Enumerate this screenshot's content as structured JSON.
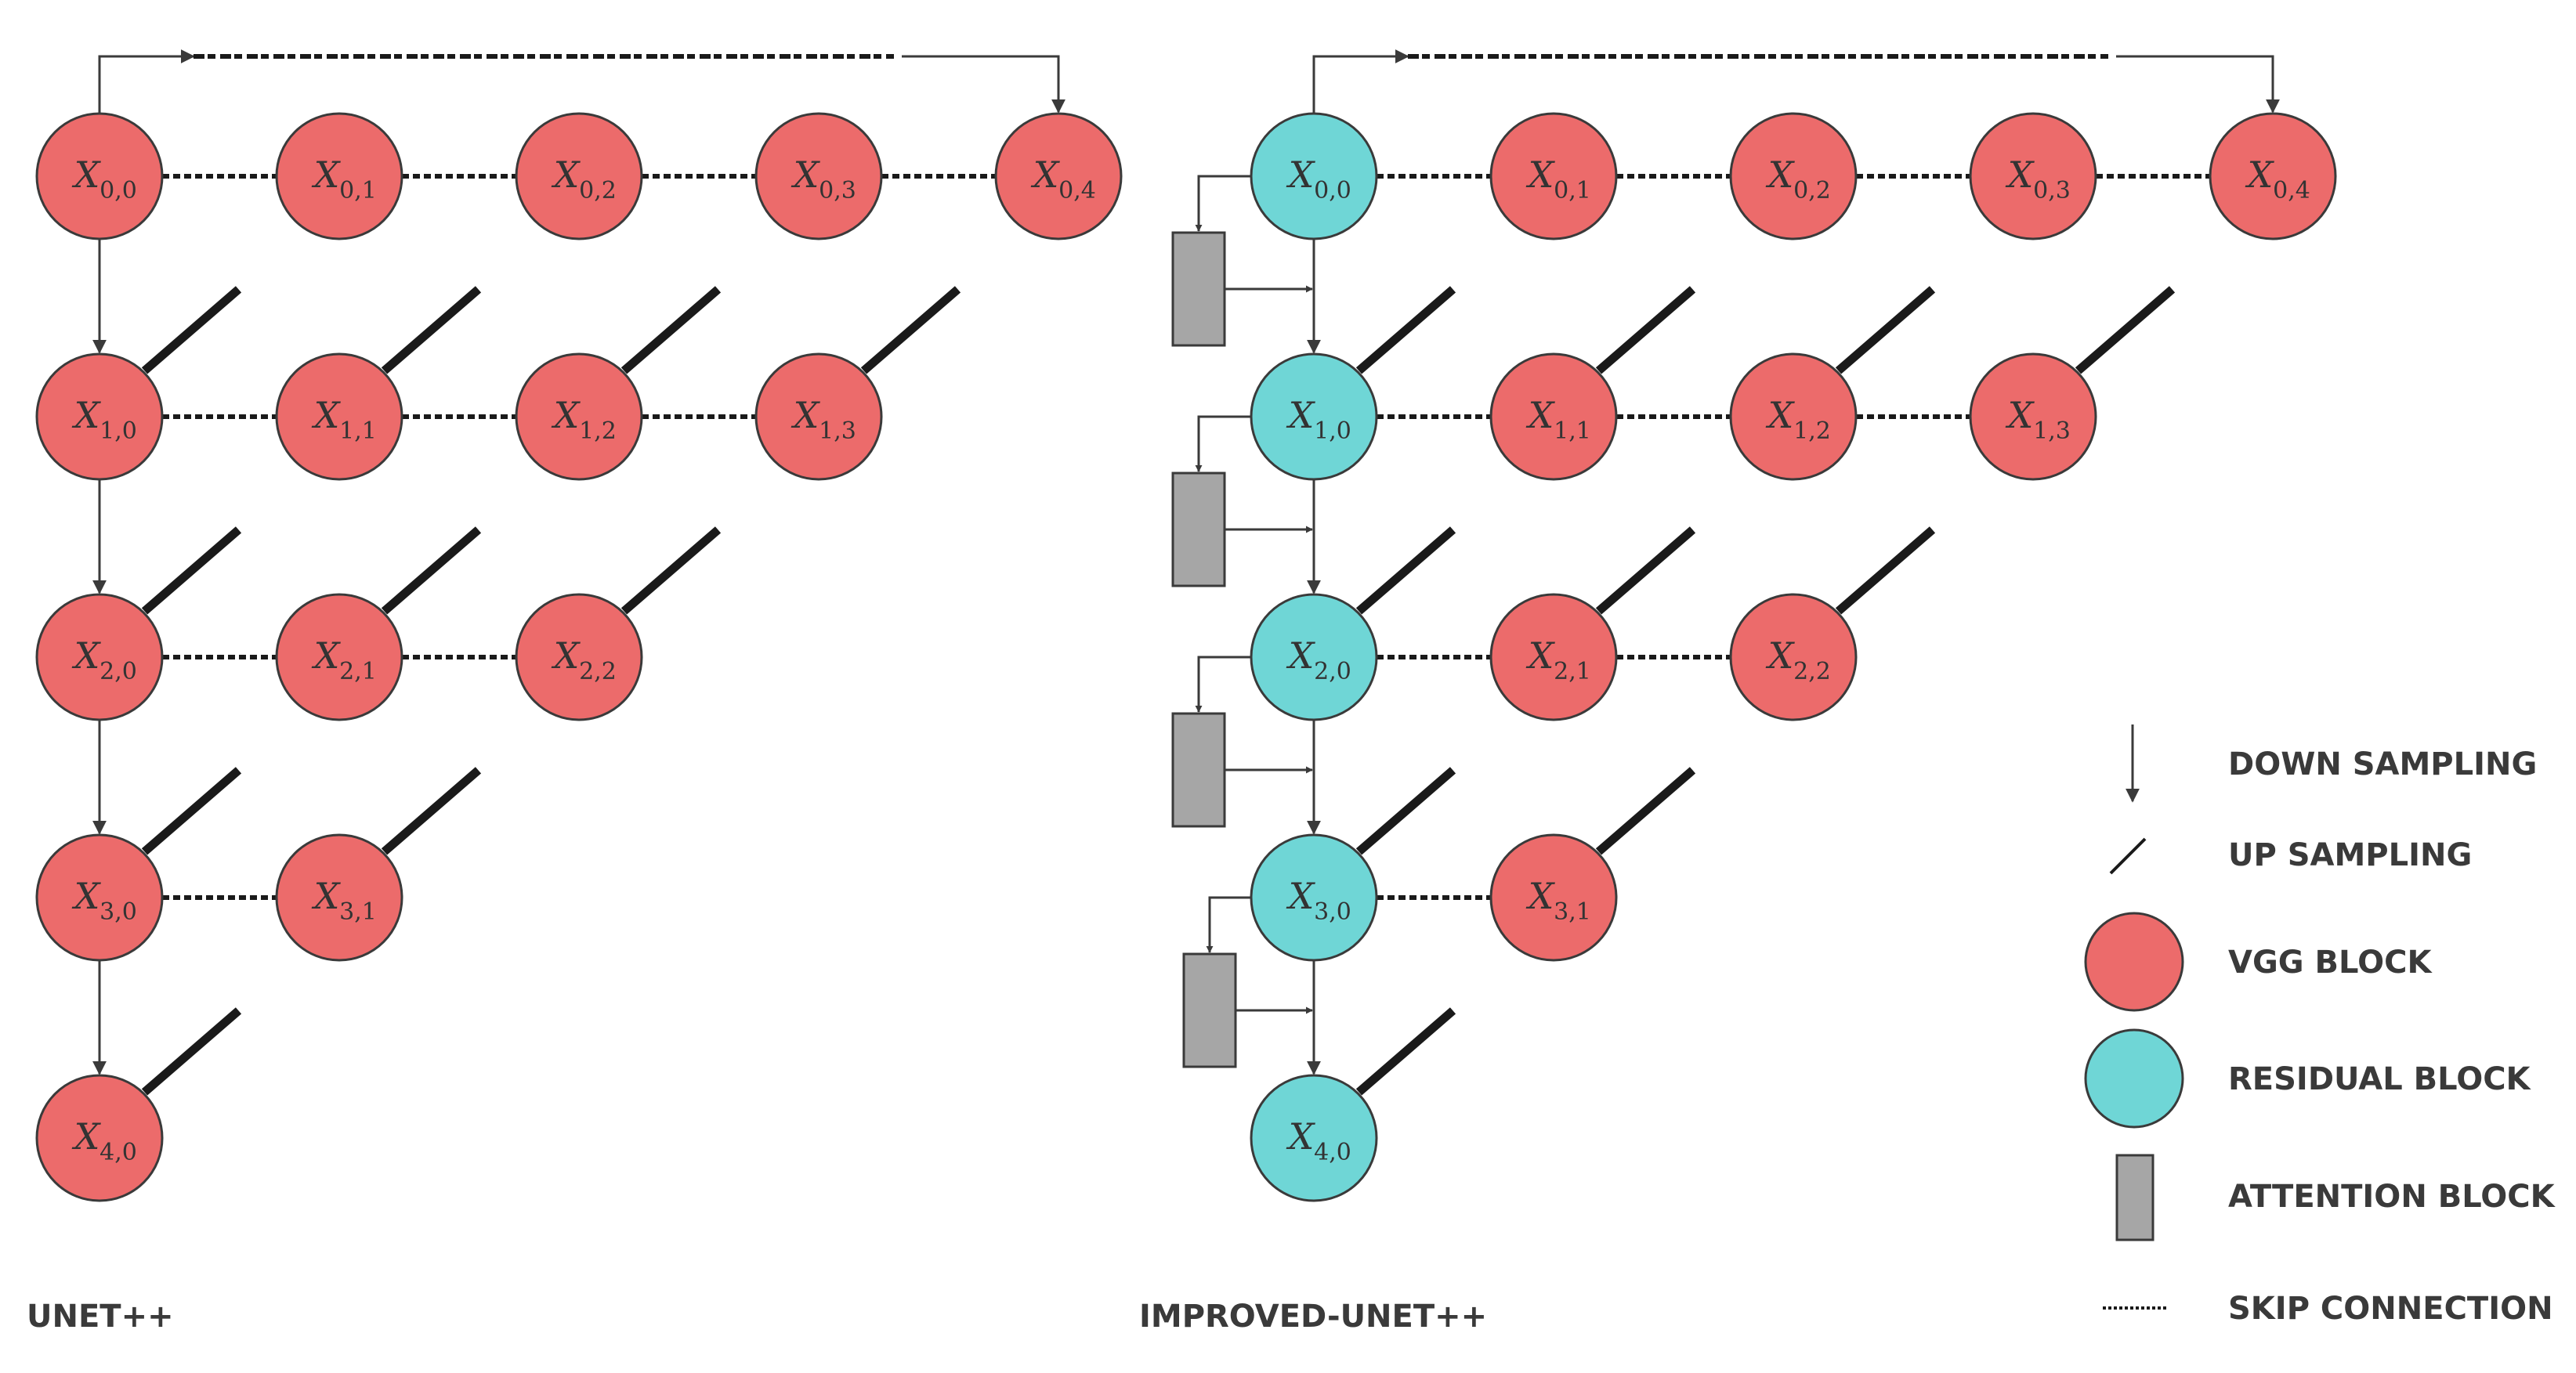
{
  "colors": {
    "vgg": "#ec6b6b",
    "residual": "#6fd6d6",
    "attention": "#a6a6a6",
    "stroke": "#3a3a3a",
    "line": "#1a1a1a"
  },
  "left": {
    "caption": "UNET++",
    "nodes": [
      {
        "i": 0,
        "j": 0,
        "label": "X",
        "sub": "0,0",
        "type": "vgg"
      },
      {
        "i": 0,
        "j": 1,
        "label": "X",
        "sub": "0,1",
        "type": "vgg"
      },
      {
        "i": 0,
        "j": 2,
        "label": "X",
        "sub": "0,2",
        "type": "vgg"
      },
      {
        "i": 0,
        "j": 3,
        "label": "X",
        "sub": "0,3",
        "type": "vgg"
      },
      {
        "i": 0,
        "j": 4,
        "label": "X",
        "sub": "0,4",
        "type": "vgg"
      },
      {
        "i": 1,
        "j": 0,
        "label": "X",
        "sub": "1,0",
        "type": "vgg"
      },
      {
        "i": 1,
        "j": 1,
        "label": "X",
        "sub": "1,1",
        "type": "vgg"
      },
      {
        "i": 1,
        "j": 2,
        "label": "X",
        "sub": "1,2",
        "type": "vgg"
      },
      {
        "i": 1,
        "j": 3,
        "label": "X",
        "sub": "1,3",
        "type": "vgg"
      },
      {
        "i": 2,
        "j": 0,
        "label": "X",
        "sub": "2,0",
        "type": "vgg"
      },
      {
        "i": 2,
        "j": 1,
        "label": "X",
        "sub": "2,1",
        "type": "vgg"
      },
      {
        "i": 2,
        "j": 2,
        "label": "X",
        "sub": "2,2",
        "type": "vgg"
      },
      {
        "i": 3,
        "j": 0,
        "label": "X",
        "sub": "3,0",
        "type": "vgg"
      },
      {
        "i": 3,
        "j": 1,
        "label": "X",
        "sub": "3,1",
        "type": "vgg"
      },
      {
        "i": 4,
        "j": 0,
        "label": "X",
        "sub": "4,0",
        "type": "vgg"
      }
    ]
  },
  "right": {
    "caption": "IMPROVED-UNET++",
    "nodes": [
      {
        "i": 0,
        "j": 0,
        "label": "X",
        "sub": "0,0",
        "type": "residual"
      },
      {
        "i": 0,
        "j": 1,
        "label": "X",
        "sub": "0,1",
        "type": "vgg"
      },
      {
        "i": 0,
        "j": 2,
        "label": "X",
        "sub": "0,2",
        "type": "vgg"
      },
      {
        "i": 0,
        "j": 3,
        "label": "X",
        "sub": "0,3",
        "type": "vgg"
      },
      {
        "i": 0,
        "j": 4,
        "label": "X",
        "sub": "0,4",
        "type": "vgg"
      },
      {
        "i": 1,
        "j": 0,
        "label": "X",
        "sub": "1,0",
        "type": "residual"
      },
      {
        "i": 1,
        "j": 1,
        "label": "X",
        "sub": "1,1",
        "type": "vgg"
      },
      {
        "i": 1,
        "j": 2,
        "label": "X",
        "sub": "1,2",
        "type": "vgg"
      },
      {
        "i": 1,
        "j": 3,
        "label": "X",
        "sub": "1,3",
        "type": "vgg"
      },
      {
        "i": 2,
        "j": 0,
        "label": "X",
        "sub": "2,0",
        "type": "residual"
      },
      {
        "i": 2,
        "j": 1,
        "label": "X",
        "sub": "2,1",
        "type": "vgg"
      },
      {
        "i": 2,
        "j": 2,
        "label": "X",
        "sub": "2,2",
        "type": "vgg"
      },
      {
        "i": 3,
        "j": 0,
        "label": "X",
        "sub": "3,0",
        "type": "residual"
      },
      {
        "i": 3,
        "j": 1,
        "label": "X",
        "sub": "3,1",
        "type": "vgg"
      },
      {
        "i": 4,
        "j": 0,
        "label": "X",
        "sub": "4,0",
        "type": "residual"
      }
    ]
  },
  "legend": {
    "items": [
      {
        "key": "down",
        "label": "DOWN SAMPLING"
      },
      {
        "key": "up",
        "label": "UP SAMPLING"
      },
      {
        "key": "vgg",
        "label": "VGG BLOCK"
      },
      {
        "key": "residual",
        "label": "RESIDUAL BLOCK"
      },
      {
        "key": "attention",
        "label": "ATTENTION BLOCK"
      },
      {
        "key": "skip",
        "label": "SKIP CONNECTION"
      }
    ]
  }
}
